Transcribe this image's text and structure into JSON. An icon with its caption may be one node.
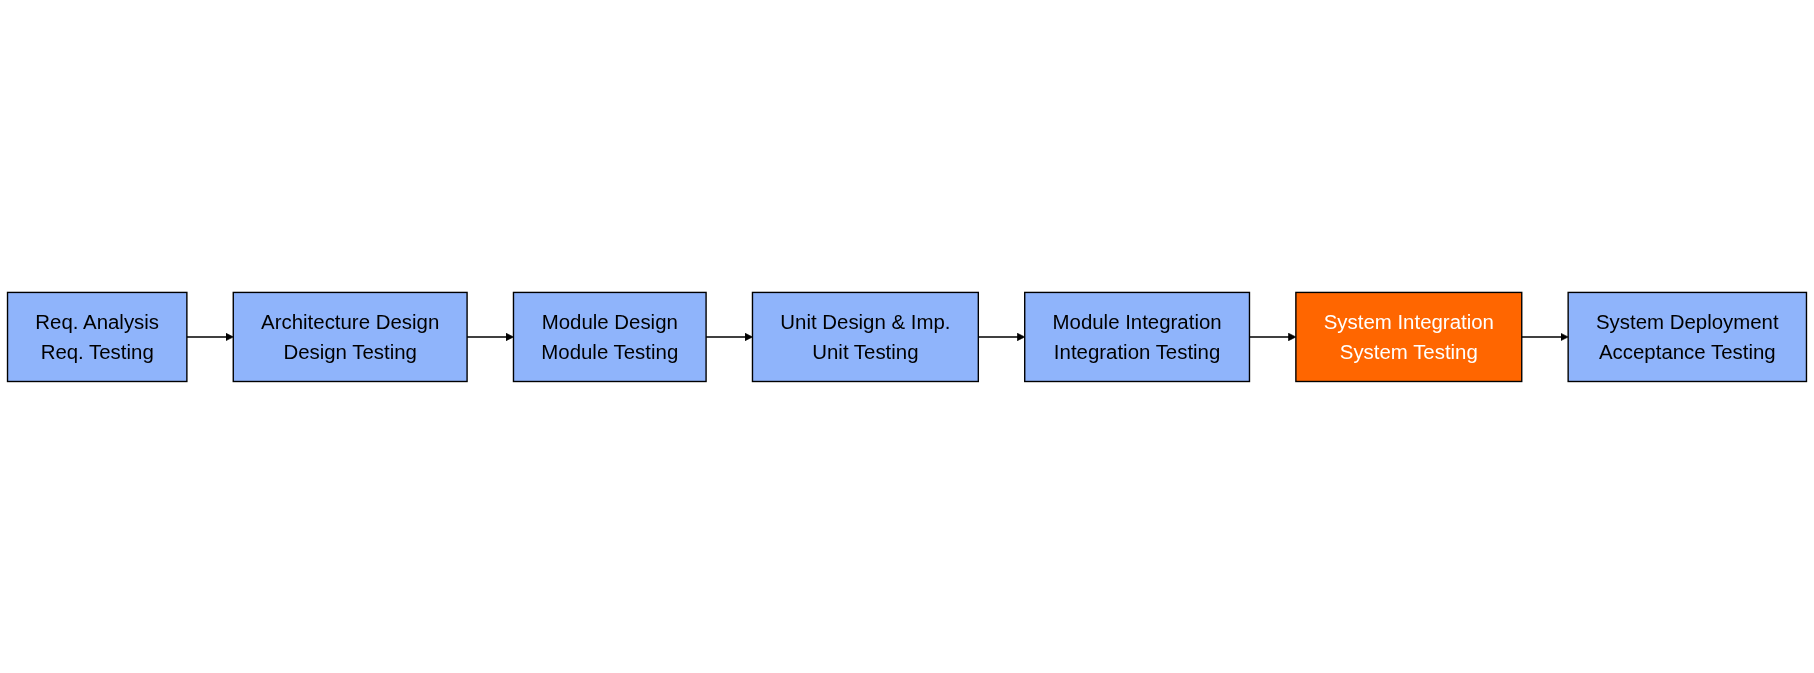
{
  "diagram": {
    "nodes": [
      {
        "text": [
          "Req. Analysis",
          "Req. Testing"
        ]
      },
      {
        "text": [
          "Architecture Design",
          "Design Testing"
        ]
      },
      {
        "text": [
          "Module Design",
          "Module Testing"
        ]
      },
      {
        "text": [
          "Unit Design & Imp.",
          "Unit Testing"
        ]
      },
      {
        "text": [
          "Module Integration",
          "Integration Testing"
        ]
      },
      {
        "text": [
          "System Integration",
          "System Testing"
        ]
      },
      {
        "text": [
          "System Deployment",
          "Acceptance Testing"
        ]
      }
    ],
    "edges": [
      {
        "from": 0,
        "to": 1,
        "arrow": "to"
      },
      {
        "from": 1,
        "to": 2,
        "arrow": "to"
      },
      {
        "from": 2,
        "to": 3,
        "arrow": "to"
      },
      {
        "from": 3,
        "to": 4,
        "arrow": "to"
      },
      {
        "from": 4,
        "to": 5,
        "arrow": "to"
      },
      {
        "from": 5,
        "to": 6,
        "arrow": "to"
      }
    ]
  }
}
